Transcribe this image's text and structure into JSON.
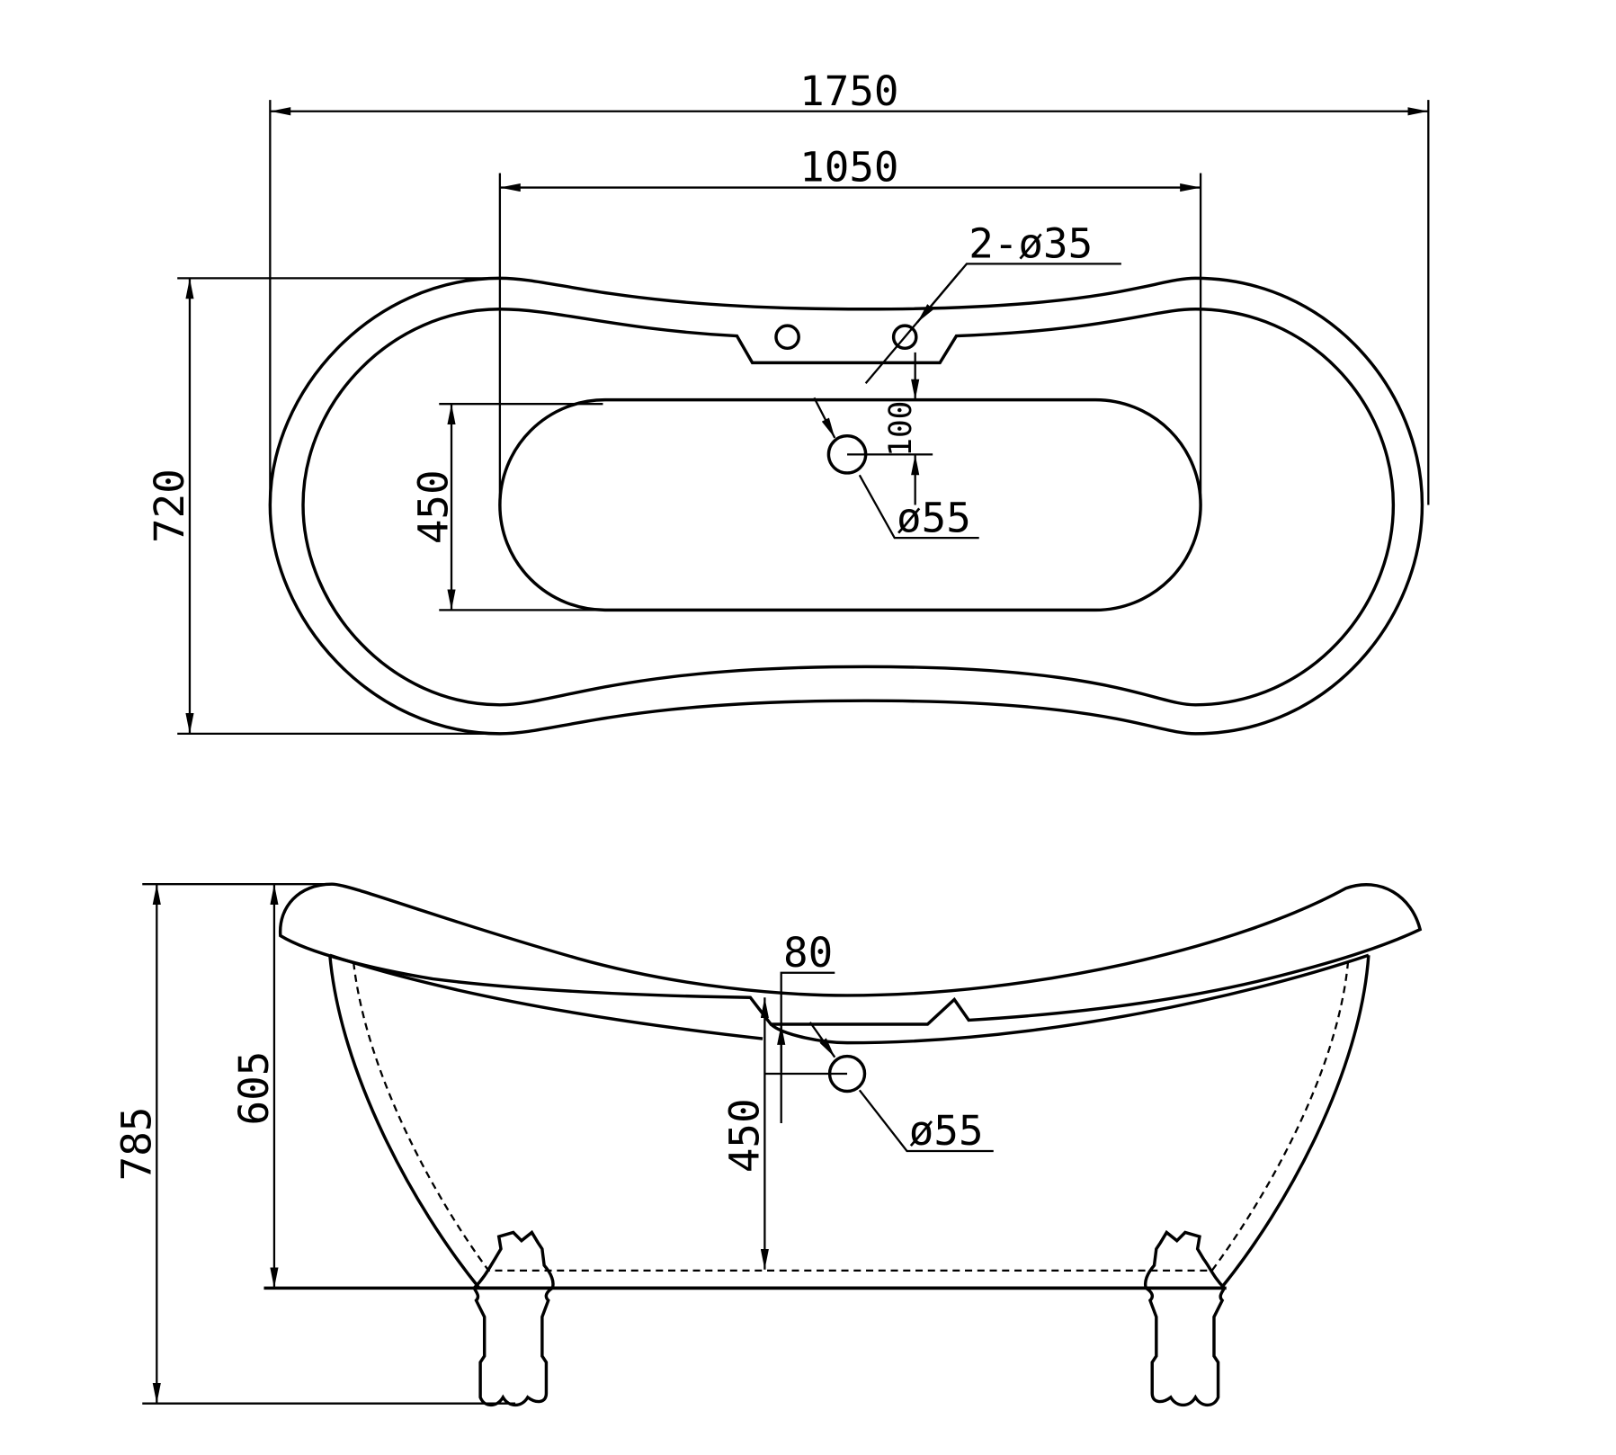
{
  "drawing": {
    "title": "Double-slipper clawfoot bathtub dimension drawing",
    "units": "mm",
    "line_color": "#000000",
    "background": "#ffffff"
  },
  "top_view": {
    "overall_length": "1750",
    "inner_length": "1050",
    "overall_width": "720",
    "inner_width": "450",
    "tap_holes": "2-ø35",
    "drain_offset": "100",
    "drain_diameter": "ø55"
  },
  "side_view": {
    "overall_height": "785",
    "body_height": "605",
    "overflow_height": "450",
    "overflow_offset": "80",
    "overflow_diameter": "ø55"
  }
}
